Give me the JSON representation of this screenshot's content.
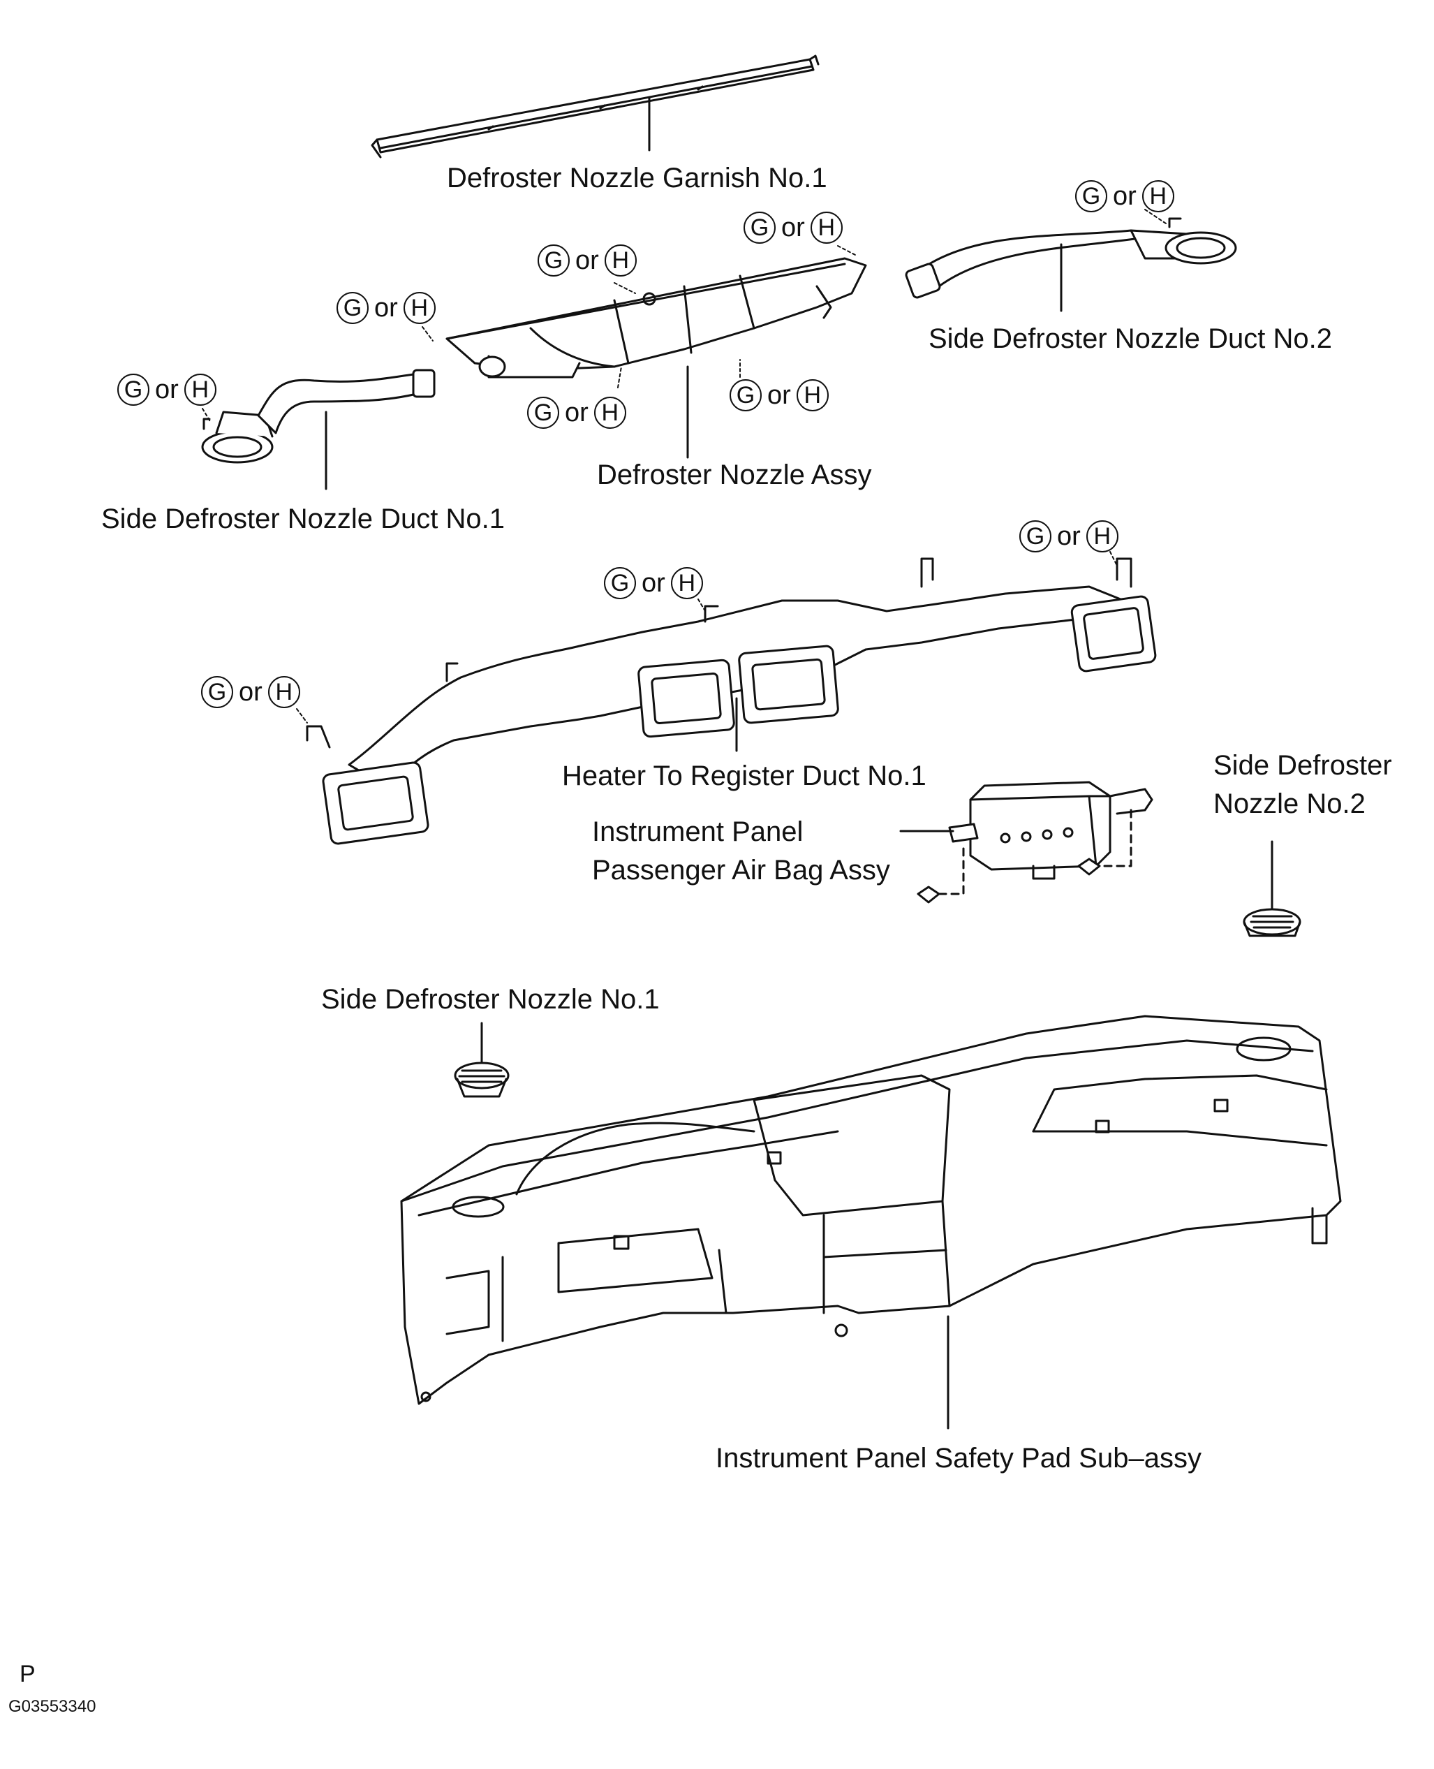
{
  "labels": {
    "garnish": "Defroster Nozzle Garnish No.1",
    "side_duct_2": "Side Defroster Nozzle Duct No.2",
    "nozzle_assy": "Defroster Nozzle Assy",
    "side_duct_1": "Side Defroster Nozzle Duct No.1",
    "heater_duct": "Heater To Register Duct No.1",
    "airbag_line1": "Instrument Panel",
    "airbag_line2": "Passenger Air Bag Assy",
    "side_nozzle_2_line1": "Side Defroster",
    "side_nozzle_2_line2": "Nozzle No.2",
    "side_nozzle_1": "Side Defroster Nozzle No.1",
    "safety_pad": "Instrument Panel Safety Pad Sub–assy"
  },
  "clip_code": {
    "a": "G",
    "or": "or",
    "b": "H"
  },
  "footer": {
    "letter": "P",
    "figure_id": "G03553340"
  },
  "colors": {
    "line": "#111111",
    "background": "#ffffff"
  }
}
